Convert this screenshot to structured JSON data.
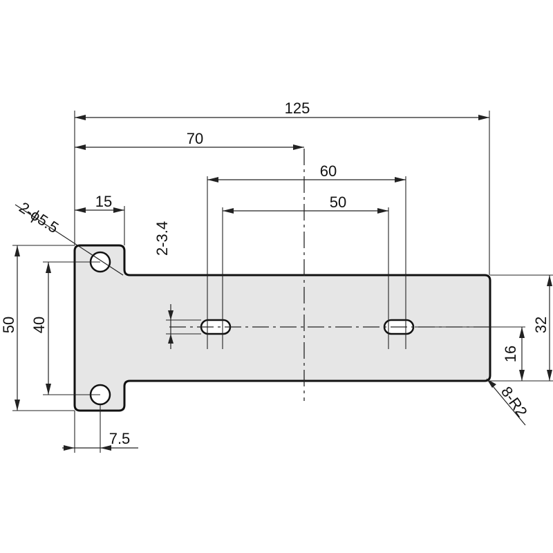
{
  "diagram": {
    "dimensions": {
      "overall_length": "125",
      "center_offset": "70",
      "slot_outer_span": "60",
      "slot_inner_span": "50",
      "tab_width": "15",
      "hole_callout": "2-ϕ5.5",
      "slot_callout": "2-3.4",
      "plate_height": "50",
      "hole_spacing": "40",
      "hole_edge_offset": "7.5",
      "arm_height": "32",
      "slot_height_position": "16",
      "corner_radius_callout": "8-R2"
    }
  }
}
